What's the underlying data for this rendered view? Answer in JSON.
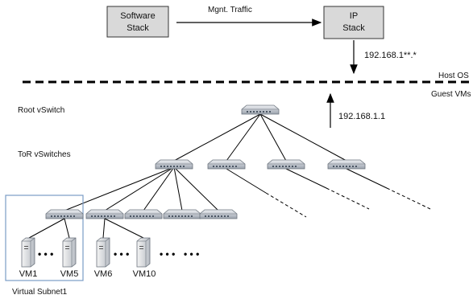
{
  "boxes": {
    "software_stack": [
      "Software",
      "Stack"
    ],
    "ip_stack": [
      "IP",
      "Stack"
    ]
  },
  "labels": {
    "mgmt_traffic": "Mgnt. Traffic",
    "ip_range": "192.168.1**.*",
    "host_os": "Host OS",
    "guest_vms": "Guest VMs",
    "root_vswitch": "Root vSwitch",
    "root_ip": "192.168.1.1",
    "tor_vswitches": "ToR vSwitches",
    "virtual_subnet": "Virtual Subnet1"
  },
  "vms": {
    "vm1": "VM1",
    "vm5": "VM5",
    "vm6": "VM6",
    "vm10": "VM10",
    "dots": "• • •"
  }
}
